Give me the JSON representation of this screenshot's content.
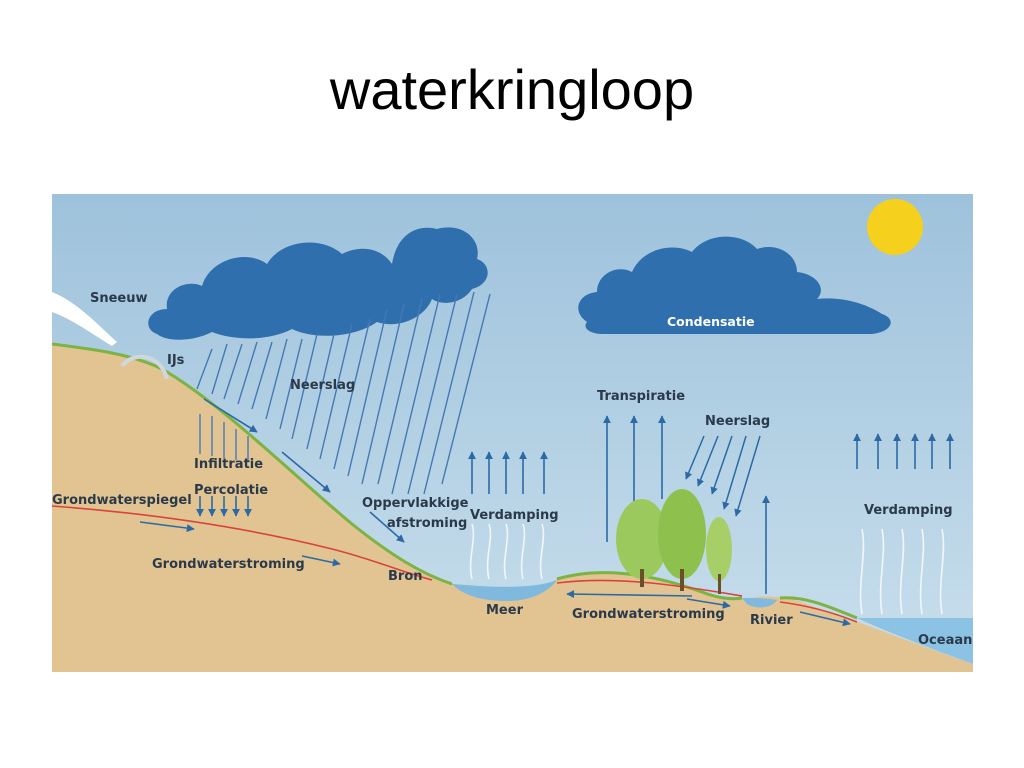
{
  "slide": {
    "title": "waterkringloop"
  },
  "diagram": {
    "labels": {
      "sneeuw": "Sneeuw",
      "ijs": "IJs",
      "neerslag_left": "Neerslag",
      "infiltratie": "Infiltratie",
      "percolatie": "Percolatie",
      "grondwaterspiegel": "Grondwaterspiegel",
      "grondwaterstroming_left": "Grondwaterstroming",
      "oppervlakkige": "Oppervlakkige",
      "afstroming": "afstroming",
      "bron": "Bron",
      "verdamping_lake": "Verdamping",
      "meer": "Meer",
      "condensatie": "Condensatie",
      "transpiratie": "Transpiratie",
      "neerslag_right": "Neerslag",
      "grondwaterstroming_right": "Grondwaterstroming",
      "rivier": "Rivier",
      "verdamping_ocean": "Verdamping",
      "oceaan": "Oceaan"
    },
    "colors": {
      "sky": "#a9c9df",
      "ground": "#e2c493",
      "cloud": "#2f6fae",
      "water": "#7fb9dd",
      "arrow": "#2c6aa6",
      "sun": "#f5d01c",
      "grass": "#7cb342",
      "water_table": "#d9433a"
    }
  }
}
